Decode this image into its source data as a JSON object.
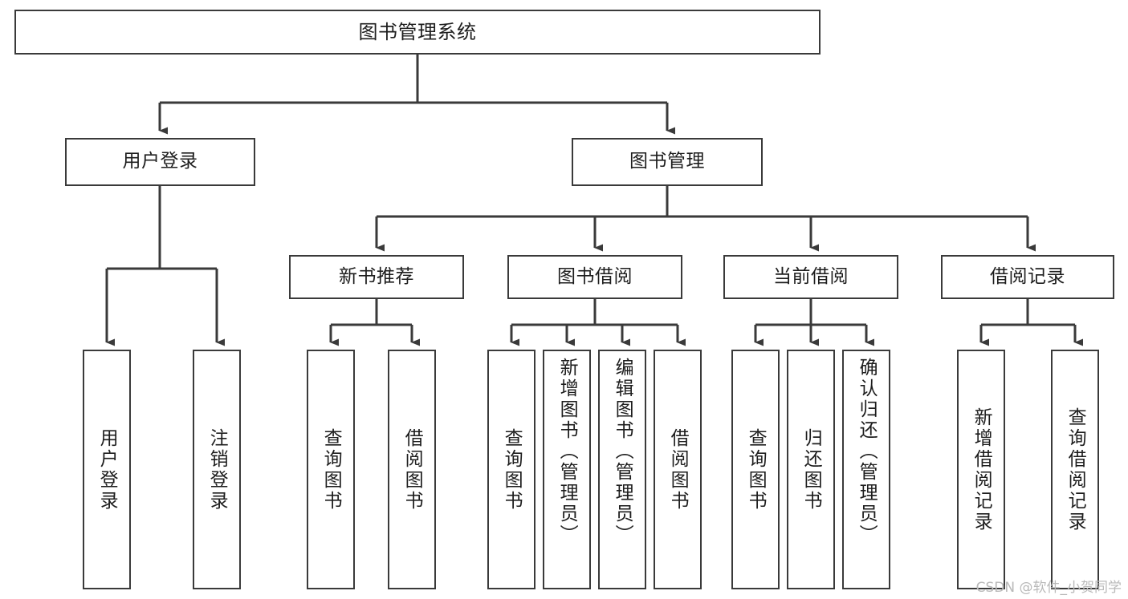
{
  "diagram": {
    "title": "图书管理系统",
    "type": "tree-hierarchy",
    "colors": {
      "background": "#ffffff",
      "box_border": "#3a3a3a",
      "box_fill": "#ffffff",
      "text": "#1d1d1d",
      "edge": "#3a3a3a",
      "watermark": "#b9b9b9"
    },
    "watermark": "CSDN @软件_小贺同学"
  },
  "nodes": {
    "root": {
      "label": "图书管理系统",
      "level": 0
    },
    "level1": [
      {
        "id": "user-login",
        "label": "用户登录"
      },
      {
        "id": "book-management",
        "label": "图书管理"
      }
    ],
    "level2": [
      {
        "id": "new-book-recommend",
        "label": "新书推荐",
        "parent": "book-management"
      },
      {
        "id": "book-borrow",
        "label": "图书借阅",
        "parent": "book-management"
      },
      {
        "id": "current-borrow",
        "label": "当前借阅",
        "parent": "book-management"
      },
      {
        "id": "borrow-record",
        "label": "借阅记录",
        "parent": "book-management"
      }
    ],
    "leaves": {
      "user-login": [
        {
          "id": "leaf-user-login",
          "label": "用户登录"
        },
        {
          "id": "leaf-user-logout",
          "label": "注销登录"
        }
      ],
      "new-book-recommend": [
        {
          "id": "leaf-query-book-1",
          "label": "查询图书"
        },
        {
          "id": "leaf-borrow-book-1",
          "label": "借阅图书"
        }
      ],
      "book-borrow": [
        {
          "id": "leaf-query-book-2",
          "label": "查询图书"
        },
        {
          "id": "leaf-add-book",
          "label": "新增图书（管理员）"
        },
        {
          "id": "leaf-edit-book",
          "label": "编辑图书（管理员）"
        },
        {
          "id": "leaf-borrow-book-2",
          "label": "借阅图书"
        }
      ],
      "current-borrow": [
        {
          "id": "leaf-query-book-3",
          "label": "查询图书"
        },
        {
          "id": "leaf-return-book",
          "label": "归还图书"
        },
        {
          "id": "leaf-confirm-return",
          "label": "确认归还（管理员）"
        }
      ],
      "borrow-record": [
        {
          "id": "leaf-add-record",
          "label": "新增借阅记录"
        },
        {
          "id": "leaf-query-record",
          "label": "查询借阅记录"
        }
      ]
    }
  }
}
